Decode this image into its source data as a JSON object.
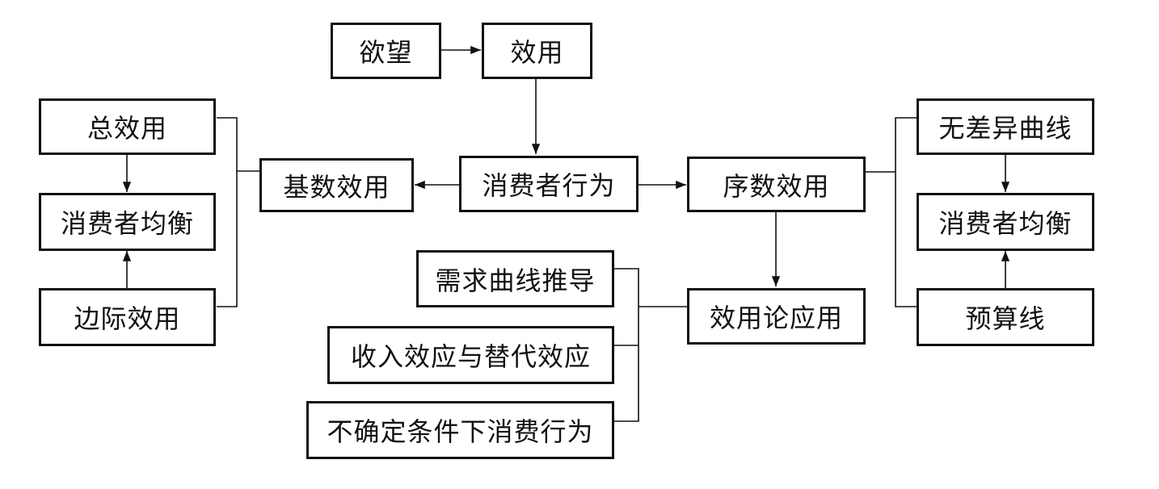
{
  "nodes": {
    "desire": "欲望",
    "utility": "效用",
    "consumer_behavior": "消费者行为",
    "cardinal_utility": "基数效用",
    "ordinal_utility": "序数效用",
    "total_utility": "总效用",
    "consumer_equilibrium_left": "消费者均衡",
    "marginal_utility": "边际效用",
    "indifference_curve": "无差异曲线",
    "consumer_equilibrium_right": "消费者均衡",
    "budget_line": "预算线",
    "utility_theory_application": "效用论应用",
    "demand_curve_derivation": "需求曲线推导",
    "income_substitution_effect": "收入效应与替代效应",
    "uncertainty_consumer_behavior": "不确定条件下消费行为"
  }
}
